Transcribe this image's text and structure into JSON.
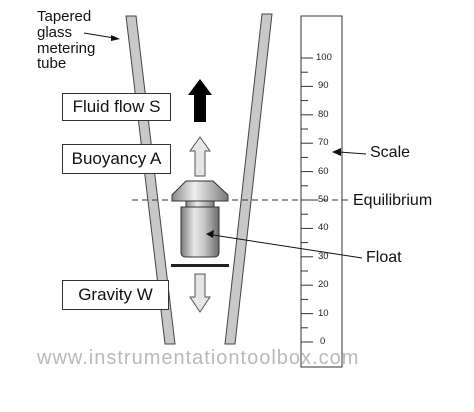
{
  "labels": {
    "tube_line1": "Tapered",
    "tube_line2": "glass",
    "tube_line3": "metering",
    "tube_line4": "tube",
    "fluid_flow": "Fluid flow S",
    "buoyancy": "Buoyancy A",
    "gravity": "Gravity W",
    "scale": "Scale",
    "equilibrium": "Equilibrium",
    "float": "Float"
  },
  "scale_ticks": [
    "100",
    "90",
    "80",
    "70",
    "60",
    "50",
    "40",
    "30",
    "20",
    "10",
    "0"
  ],
  "watermark": "www.instrumentationtoolbox.com",
  "colors": {
    "tube_fill": "#c8c8c8",
    "float_fill": "#c4c4c4",
    "flow_arrow": "#000000",
    "hollow_arrow_fill": "#e6e6e6",
    "watermark": "#b9b9b9"
  }
}
